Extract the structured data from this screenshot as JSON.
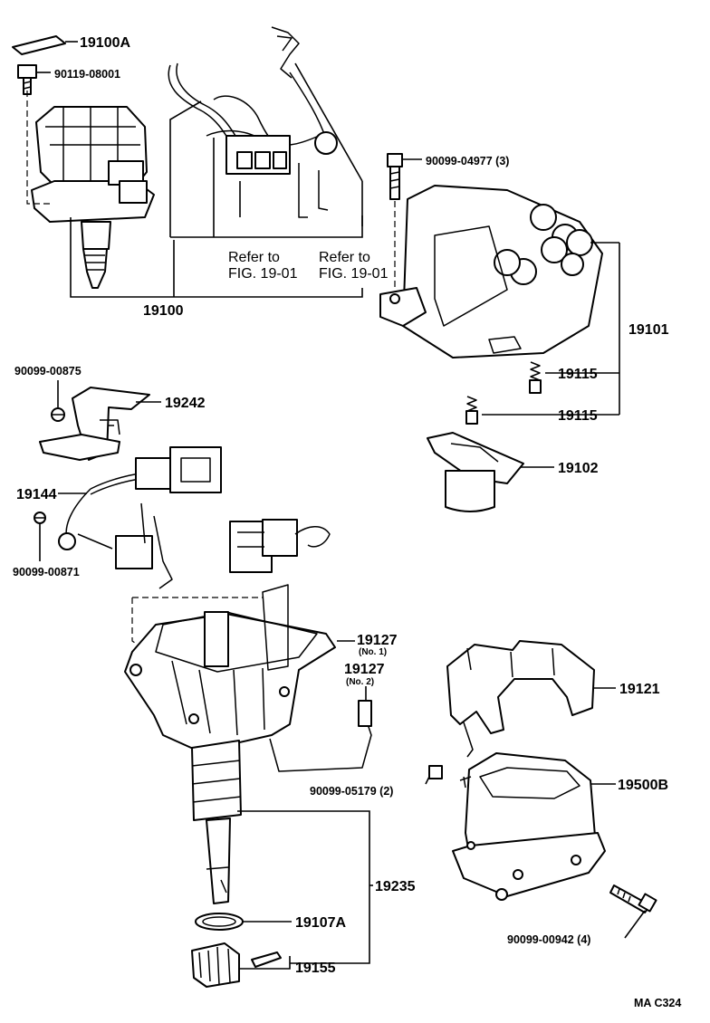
{
  "labels": {
    "p19100A": "19100A",
    "p90119_08001": "90119-08001",
    "p19100": "19100",
    "p90099_04977": "90099-04977 (3)",
    "p19101": "19101",
    "p19115a": "19115",
    "p19115b": "19115",
    "p19102": "19102",
    "p90099_00875": "90099-00875",
    "p19242": "19242",
    "p19144": "19144",
    "p90099_00871": "90099-00871",
    "p19127_1": "19127",
    "p19127_1_sub": "(No. 1)",
    "p19127_2": "19127",
    "p19127_2_sub": "(No. 2)",
    "p19121": "19121",
    "p90099_05179": "90099-05179 (2)",
    "p19500B": "19500B",
    "p19235": "19235",
    "p19107A": "19107A",
    "p90099_00942": "90099-00942 (4)",
    "p19155": "19155",
    "refer1_a": "Refer to",
    "refer1_b": "FIG. 19-01",
    "refer2_a": "Refer to",
    "refer2_b": "FIG. 19-01",
    "code": "MA  C324"
  }
}
